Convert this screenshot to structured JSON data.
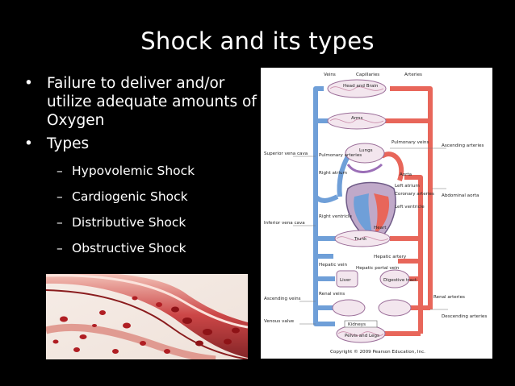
{
  "slide": {
    "title": "Shock and its types",
    "bullets": [
      "Failure to deliver and/or utilize adequate amounts of Oxygen",
      "Types"
    ],
    "sub_bullets": [
      "Hypovolemic Shock",
      "Cardiogenic Shock",
      "Distributive Shock",
      "Obstructive Shock"
    ]
  },
  "diagram": {
    "top_labels": {
      "veins": "Veins",
      "capillaries": "Capillaries",
      "arteries": "Arteries"
    },
    "organs": {
      "head_brain": "Head and Brain",
      "arms": "Arms",
      "lungs": "Lungs",
      "heart": "Heart",
      "trunk": "Trunk",
      "liver": "Liver",
      "digestive_tract": "Digestive tract",
      "kidneys": "Kidneys",
      "pelvis_legs": "Pelvis and Legs"
    },
    "left_labels": {
      "superior_vena_cava": "Superior vena cava",
      "pulmonary_arteries": "Pulmonary arteries",
      "right_atrium": "Right atrium",
      "right_ventricle": "Right ventricle",
      "inferior_vena_cava": "Inferior vena cava",
      "hepatic_vein": "Hepatic vein",
      "ascending_veins": "Ascending veins",
      "renal_veins": "Renal veins",
      "venous_valve": "Venous valve"
    },
    "right_labels": {
      "pulmonary_veins": "Pulmonary veins",
      "ascending_arteries": "Ascending arteries",
      "aorta": "Aorta",
      "left_atrium": "Left atrium",
      "coronary_arteries": "Coronary arteries",
      "left_ventricle": "Left ventricle",
      "abdominal_aorta": "Abdominal aorta",
      "hepatic_artery": "Hepatic artery",
      "hepatic_portal_vein": "Hepatic portal vein",
      "renal_arteries": "Renal arteries",
      "descending_arteries": "Descending arteries"
    },
    "copyright": "Copyright © 2009 Pearson Education, Inc."
  },
  "colors": {
    "background": "#000000",
    "text": "#ffffff",
    "vein_blue": "#6f9fd8",
    "artery_red": "#e8665a"
  }
}
